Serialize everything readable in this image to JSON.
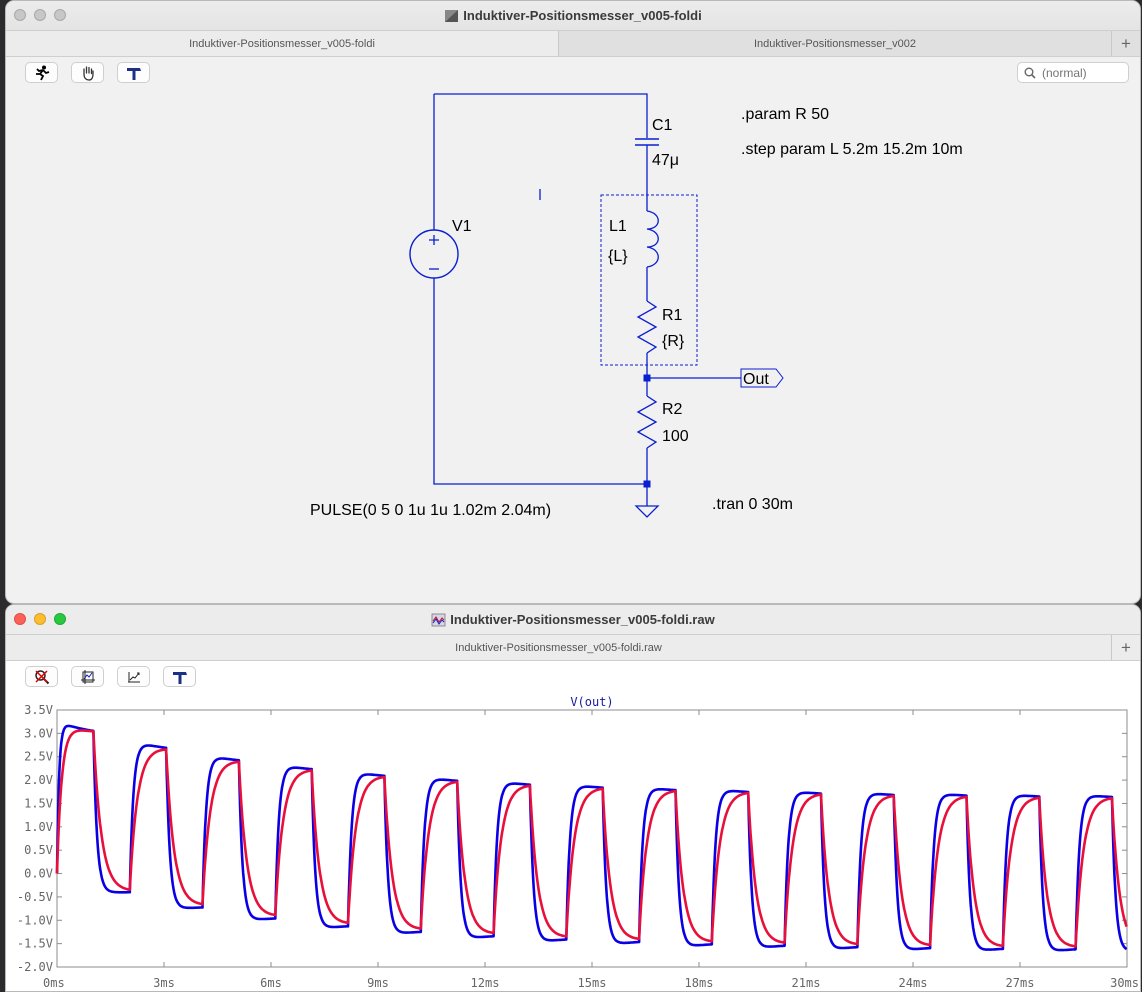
{
  "schematic_window": {
    "title": "Induktiver-Positionsmesser_v005-foldi",
    "tabs": [
      {
        "label": "Induktiver-Positionsmesser_v005-foldi",
        "active": true
      },
      {
        "label": "Induktiver-Positionsmesser_v002",
        "active": false
      }
    ],
    "toolbar": [
      "run-icon",
      "pan-hand-icon",
      "probe-hammer-icon"
    ],
    "search_placeholder": "(normal)",
    "components": {
      "c1_name": "C1",
      "c1_value": "47μ",
      "v1_name": "V1",
      "l1_name": "L1",
      "l1_value": "{L}",
      "r1_name": "R1",
      "r1_value": "{R}",
      "r2_name": "R2",
      "r2_value": "100",
      "out_label": "Out",
      "pulse": "PULSE(0 5 0 1u 1u 1.02m 2.04m)",
      "param": ".param R 50",
      "step": ".step param L 5.2m 15.2m 10m",
      "tran": ".tran 0 30m"
    }
  },
  "plot_window": {
    "title": "Induktiver-Positionsmesser_v005-foldi.raw",
    "tab": "Induktiver-Positionsmesser_v005-foldi.raw",
    "toolbar": [
      "zoom-cancel-icon",
      "autorange-icon",
      "pan-icon",
      "probe-hammer-icon"
    ]
  },
  "chart_data": {
    "type": "line",
    "title": "V(out)",
    "xlabel": "",
    "ylabel": "",
    "xlim": [
      0,
      30
    ],
    "ylim": [
      -2.0,
      3.5
    ],
    "x_ticks": [
      "0ms",
      "3ms",
      "6ms",
      "9ms",
      "12ms",
      "15ms",
      "18ms",
      "21ms",
      "24ms",
      "27ms",
      "30ms"
    ],
    "y_ticks": [
      "3.5V",
      "3.0V",
      "2.5V",
      "2.0V",
      "1.5V",
      "1.0V",
      "0.5V",
      "0.0V",
      "-0.5V",
      "-1.0V",
      "-1.5V",
      "-2.0V"
    ],
    "period_ms": 2.04,
    "pulse_width_ms": 1.02,
    "series": [
      {
        "color": "#0a00e6",
        "tau_ms": 0.1,
        "peaks": [
          3.27,
          2.88,
          2.58,
          2.37,
          2.22,
          2.1,
          2.01,
          1.94,
          1.88,
          1.84,
          1.8,
          1.77,
          1.75,
          1.73,
          1.72
        ],
        "tops": [
          2.95,
          2.6,
          2.35,
          2.17,
          2.03,
          1.93,
          1.85,
          1.79,
          1.74,
          1.7,
          1.67,
          1.64,
          1.63,
          1.61,
          1.6
        ],
        "troughs": [
          -0.42,
          -0.78,
          -1.03,
          -1.21,
          -1.33,
          -1.43,
          -1.5,
          -1.56,
          -1.61,
          -1.64,
          -1.67,
          -1.69,
          -1.7,
          -1.71,
          -1.72
        ],
        "valley_ends": [
          -0.39,
          -0.7,
          -0.93,
          -1.09,
          -1.21,
          -1.3,
          -1.37,
          -1.42,
          -1.47,
          -1.5,
          -1.53,
          -1.55,
          -1.57,
          -1.58,
          -1.59
        ]
      },
      {
        "color": "#e8103a",
        "tau_ms": 0.22,
        "peaks": [
          3.2,
          2.82,
          2.53,
          2.33,
          2.19,
          2.08,
          1.99,
          1.92,
          1.87,
          1.83,
          1.79,
          1.76,
          1.74,
          1.72,
          1.71
        ],
        "tops": [
          2.97,
          2.62,
          2.37,
          2.19,
          2.05,
          1.95,
          1.87,
          1.81,
          1.76,
          1.72,
          1.69,
          1.66,
          1.64,
          1.62,
          1.61
        ],
        "troughs": [
          -0.4,
          -0.74,
          -0.98,
          -1.16,
          -1.29,
          -1.39,
          -1.47,
          -1.53,
          -1.58,
          -1.61,
          -1.64,
          -1.66,
          -1.68,
          -1.69,
          -1.7
        ],
        "valley_ends": [
          -0.37,
          -0.66,
          -0.89,
          -1.05,
          -1.17,
          -1.26,
          -1.33,
          -1.38,
          -1.43,
          -1.46,
          -1.49,
          -1.51,
          -1.53,
          -1.54,
          -1.55
        ]
      }
    ]
  }
}
